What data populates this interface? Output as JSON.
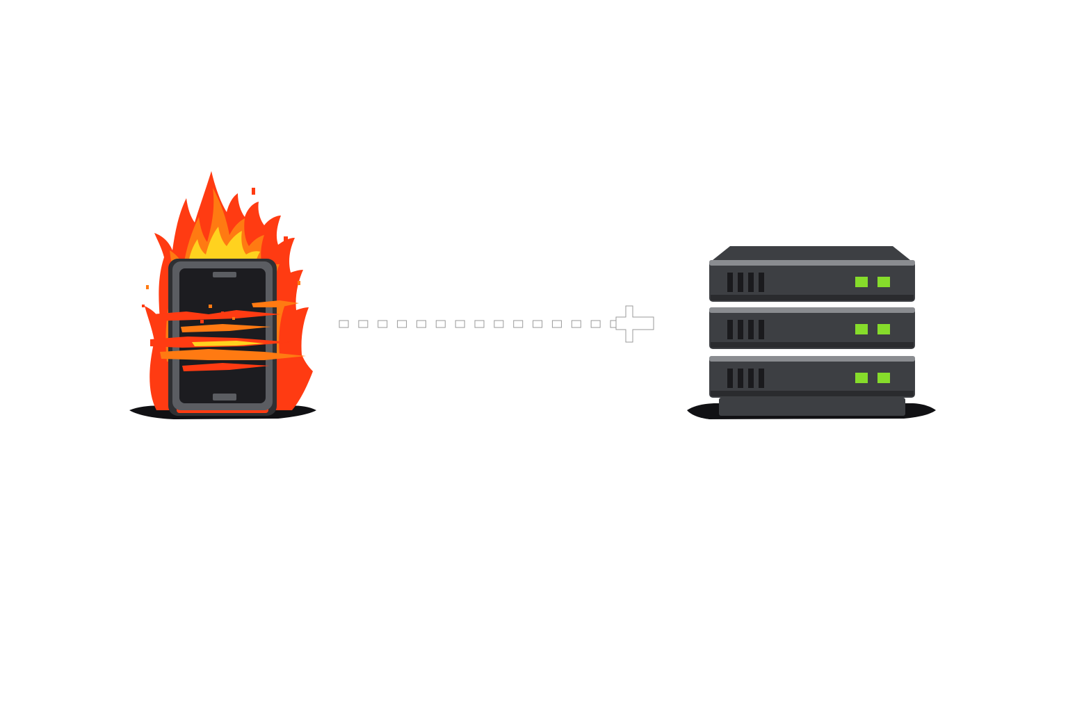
{
  "diagram": {
    "nodes": [
      {
        "id": "source",
        "icon": "burning-phone-icon",
        "state": "on-fire"
      },
      {
        "id": "target",
        "icon": "server-rack-icon",
        "units": 3,
        "status_leds_per_unit": 2
      }
    ],
    "edges": [
      {
        "from": "source",
        "to": "target",
        "style": "dashed-squares",
        "arrowhead": "plus-shaped",
        "segments": 15
      }
    ]
  },
  "colors": {
    "background": "#ffffff",
    "device_body": "#2f3033",
    "device_screen": "#1c1c20",
    "device_edge": "#5b5d62",
    "flame_outer": "#ff3b12",
    "flame_mid": "#ff7a12",
    "flame_inner": "#ffd21f",
    "server_panel": "#3d3f43",
    "server_trim": "#8a8c90",
    "server_vent": "#1a1a1d",
    "status_led": "#86dc2b",
    "shadow": "#111114",
    "connector_outline": "#9a9a9a"
  }
}
